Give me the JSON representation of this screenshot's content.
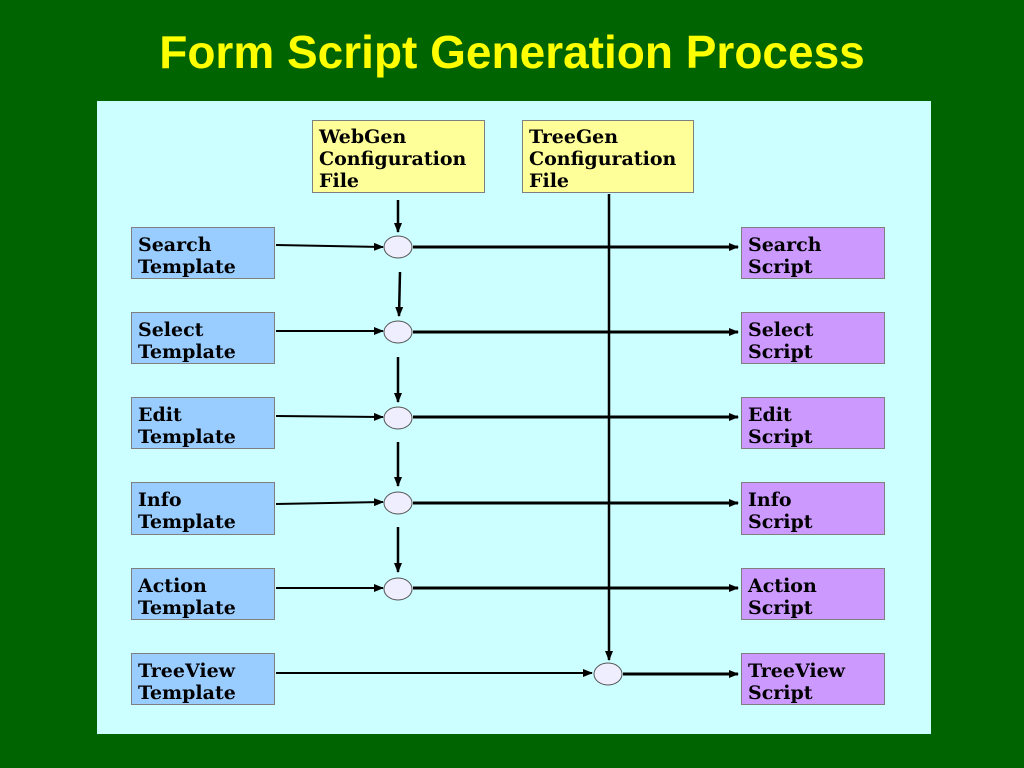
{
  "title": "Form Script Generation Process",
  "config_files": [
    {
      "label": "WebGen\nConfiguration\nFile"
    },
    {
      "label": "TreeGen\nConfiguration\nFile"
    }
  ],
  "templates": [
    {
      "label": "Search\nTemplate"
    },
    {
      "label": "Select\nTemplate"
    },
    {
      "label": "Edit\nTemplate"
    },
    {
      "label": "Info\nTemplate"
    },
    {
      "label": "Action\nTemplate"
    },
    {
      "label": "TreeView\nTemplate"
    }
  ],
  "scripts": [
    {
      "label": "Search\nScript"
    },
    {
      "label": "Select\nScript"
    },
    {
      "label": "Edit\nScript"
    },
    {
      "label": "Info\nScript"
    },
    {
      "label": "Action\nScript"
    },
    {
      "label": "TreeView\nScript"
    }
  ],
  "colors": {
    "background": "#006400",
    "title": "#ffff00",
    "panel": "#ccffff",
    "config_box": "#ffff99",
    "template_box": "#99ccff",
    "script_box": "#cc99ff",
    "node": "#eeeeff"
  }
}
